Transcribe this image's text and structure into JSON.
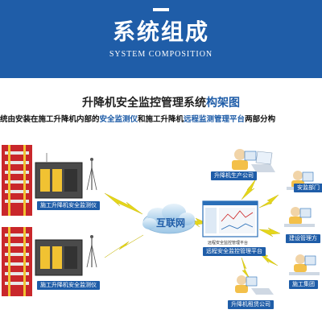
{
  "banner": {
    "title": "系统组成",
    "subtitle": "SYSTEM COMPOSITION",
    "color": "#1f5da8"
  },
  "diagram": {
    "title_part1": "升降机安全监控管理系统",
    "title_part2": "构架图",
    "description": {
      "part1": "统由安装在施工升降机内部的",
      "highlight1": "安全监测仪",
      "part2": "和施工升降机",
      "highlight2": "远程监测管理平台",
      "part3": "两部分构"
    }
  },
  "devices": [
    {
      "label": "施工升降机安全监测仪"
    },
    {
      "label": "施工升降机安全监测仪"
    }
  ],
  "internet": {
    "label": "互联网"
  },
  "platform": {
    "caption": "远程安全监控管理平台",
    "label": "远程安全监控管理平台"
  },
  "clients": [
    {
      "label": "升降机生产公司"
    },
    {
      "label": "安监部门"
    },
    {
      "label": "建设管理方"
    },
    {
      "label": "施工集团"
    },
    {
      "label": "升降机租赁公司"
    }
  ]
}
